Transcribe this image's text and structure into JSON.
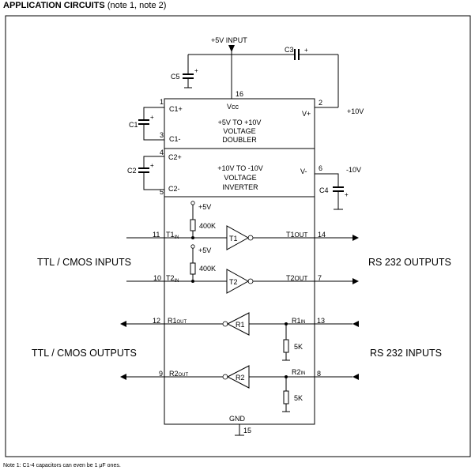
{
  "title": {
    "bold": "APPLICATION CIRCUITS",
    "normal": "(note 1, note 2)"
  },
  "note": "Note 1: C1-4 capacitors can even be 1 μF ones.",
  "power": {
    "input": "+5V INPUT",
    "vcc": "Vcc",
    "gnd": "GND",
    "plus10": "+10V",
    "minus10": "-10V"
  },
  "blocks": {
    "doubler": [
      "+5V TO +10V",
      "VOLTAGE",
      "DOUBLER"
    ],
    "inverter": [
      "+10V TO -10V",
      "VOLTAGE",
      "INVERTER"
    ]
  },
  "capacitors": {
    "c1": "C1",
    "c2": "C2",
    "c3": "C3",
    "c4": "C4",
    "c5": "C5",
    "plus": "+"
  },
  "pin_labels": {
    "c1p": "C1+",
    "c1m": "C1-",
    "c2p": "C2+",
    "c2m": "C2-",
    "vp": "V+",
    "vm": "V-"
  },
  "pins": {
    "p1": "1",
    "p2": "2",
    "p3": "3",
    "p4": "4",
    "p5": "5",
    "p6": "6",
    "p7": "7",
    "p8": "8",
    "p9": "9",
    "p10": "10",
    "p11": "11",
    "p12": "12",
    "p13": "13",
    "p14": "14",
    "p15": "15",
    "p16": "16"
  },
  "pullups": {
    "vdd": "+5V",
    "resistor": "400K"
  },
  "pulldowns": {
    "resistor": "5K"
  },
  "channels": {
    "t1": {
      "name": "T1",
      "in_main": "T1",
      "in_sub": "IN",
      "out_main": "T1",
      "out_sub": "OUT"
    },
    "t2": {
      "name": "T2",
      "in_main": "T2",
      "in_sub": "IN",
      "out_main": "T2",
      "out_sub": "OUT"
    },
    "r1": {
      "name": "R1",
      "in_main": "R1",
      "in_sub": "IN",
      "out_main": "R1",
      "out_sub": "OUT"
    },
    "r2": {
      "name": "R2",
      "in_main": "R2",
      "in_sub": "IN",
      "out_main": "R2",
      "out_sub": "OUT"
    }
  },
  "groups": {
    "ttl_inputs": "TTL / CMOS INPUTS",
    "ttl_outputs": "TTL / CMOS OUTPUTS",
    "rs232_outputs": "RS 232 OUTPUTS",
    "rs232_inputs": "RS 232 INPUTS"
  }
}
